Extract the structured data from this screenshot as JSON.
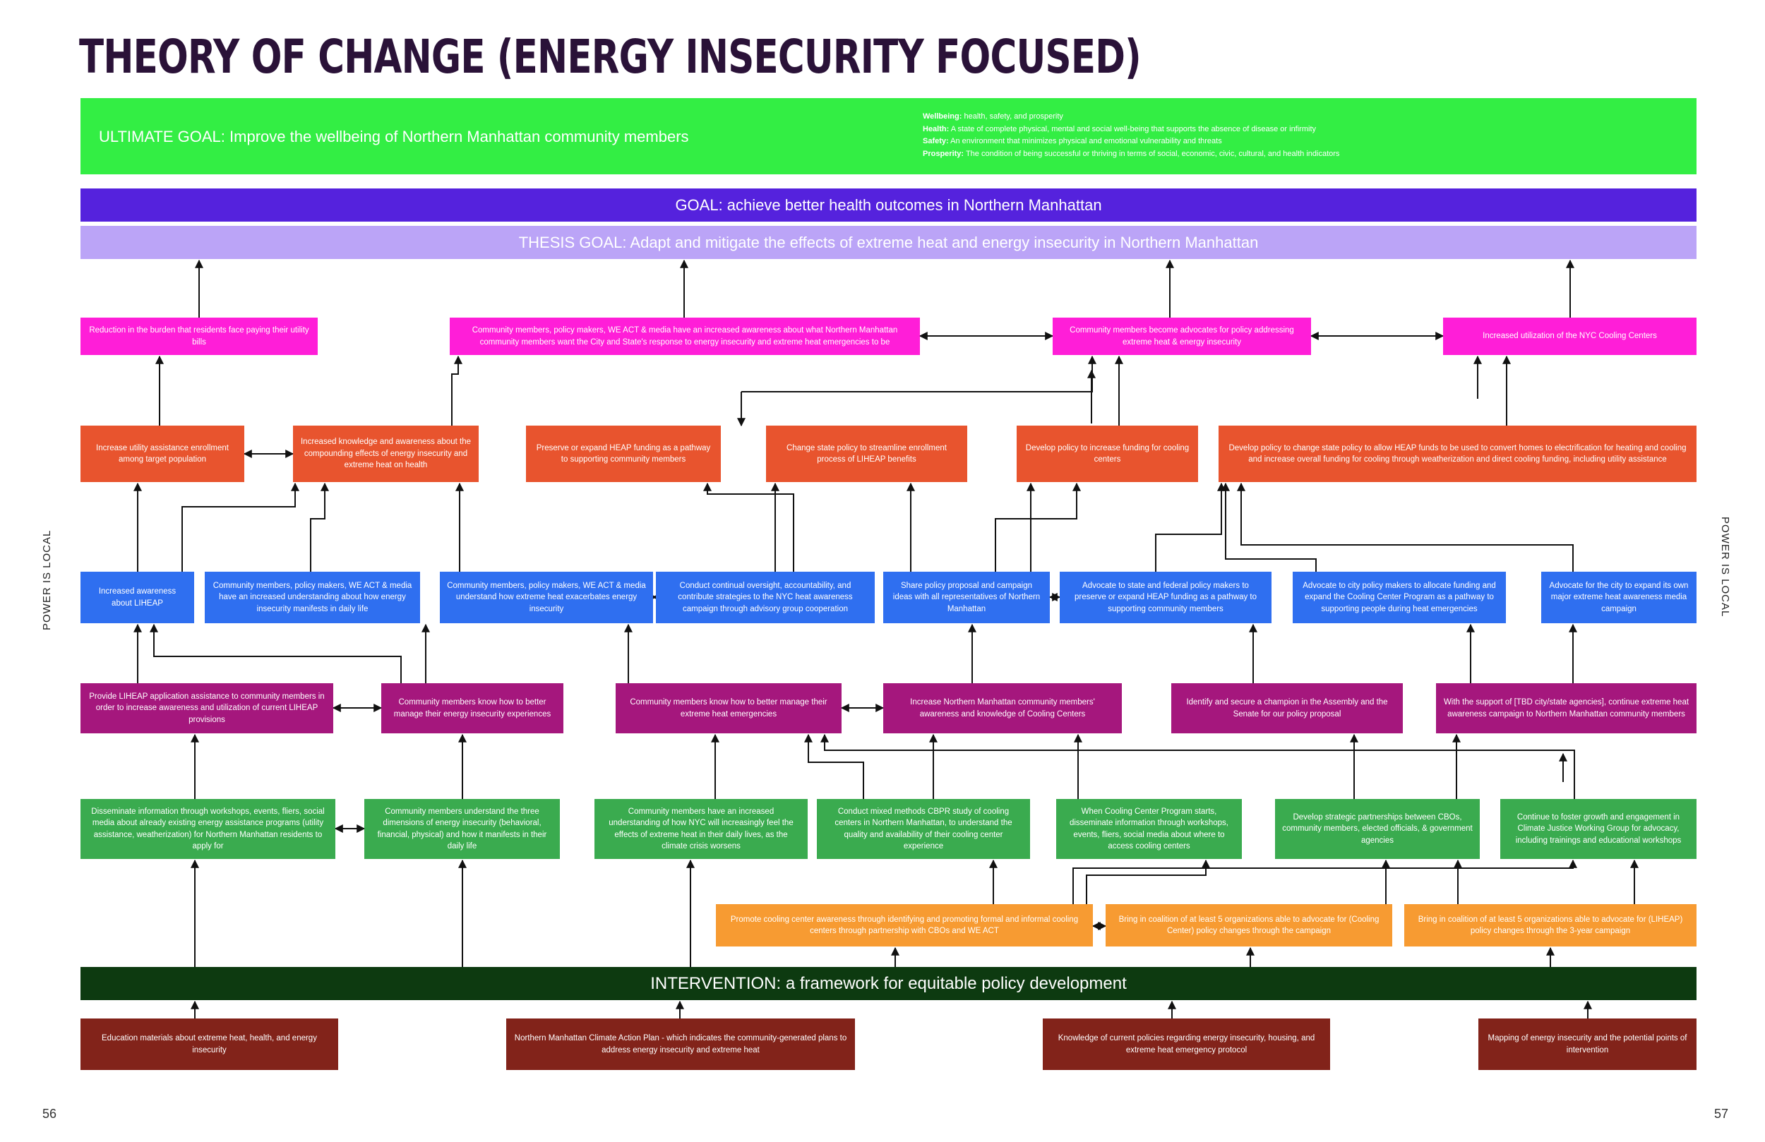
{
  "title": "THEORY OF CHANGE (ENERGY INSECURITY FOCUSED)",
  "ultimate_goal": {
    "label": "ULTIMATE GOAL:",
    "text": "Improve the wellbeing of Northern Manhattan community members",
    "definitions": [
      {
        "term": "Wellbeing:",
        "text": "health, safety, and prosperity"
      },
      {
        "term": "Health:",
        "text": "A state of complete physical, mental and social well-being that supports the absence of disease or infirmity"
      },
      {
        "term": "Safety:",
        "text": "An environment that minimizes physical and emotional vulnerability and threats"
      },
      {
        "term": "Prosperity:",
        "text": "The condition of being successful or thriving in terms of social, economic, civic, cultural, and health indicators"
      }
    ]
  },
  "goal": "GOAL: achieve better health outcomes in Northern Manhattan",
  "thesis_goal": "THESIS GOAL: Adapt and mitigate the effects of extreme heat and energy insecurity in Northern Manhattan",
  "intervention": "INTERVENTION: a framework for equitable policy development",
  "side_label": "POWER IS LOCAL",
  "page_left": "56",
  "page_right": "57",
  "outcomes": [
    "Reduction in the burden that residents face paying their utility bills",
    "Community members, policy makers, WE ACT & media have an increased awareness about what Northern Manhattan community members want the City and State's response to energy insecurity and extreme heat emergencies to be",
    "Community members become advocates for policy addressing extreme heat & energy insecurity",
    "Increased utilization of the NYC Cooling Centers"
  ],
  "policy_outcomes": [
    "Increase utility assistance enrollment among target population",
    "Increased knowledge and awareness about the compounding effects of energy insecurity and extreme heat on health",
    "Preserve or expand HEAP funding as a pathway to supporting community members",
    "Change state policy to streamline enrollment process of LIHEAP benefits",
    "Develop policy to increase funding for cooling centers",
    "Develop policy to change state policy to allow HEAP funds to be used to convert homes to electrification for heating and cooling and increase overall funding for cooling through weatherization and direct cooling funding, including utility assistance"
  ],
  "mid_outcomes": [
    "Increased awareness about LIHEAP",
    "Community members, policy makers, WE ACT & media have an increased understanding about how energy insecurity manifests in daily life",
    "Community members, policy makers, WE ACT & media understand how extreme heat exacerbates energy insecurity",
    "Conduct continual oversight, accountability, and contribute strategies to the NYC heat awareness campaign through advisory group cooperation",
    "Share policy proposal and campaign ideas with all representatives of Northern Manhattan",
    "Advocate to state and federal policy makers to preserve or expand HEAP funding as a pathway to supporting community members",
    "Advocate to city policy makers to allocate funding and expand the Cooling Center Program as a pathway to supporting people during heat emergencies",
    "Advocate for the city to expand its own major extreme heat awareness media campaign"
  ],
  "activities": [
    "Provide LIHEAP application assistance to community members in order to increase awareness and utilization of current LIHEAP provisions",
    "Community members know how to better manage their energy insecurity experiences",
    "Community members know how to better manage their extreme heat emergencies",
    "Increase Northern Manhattan community members' awareness and knowledge of Cooling Centers",
    "Identify and secure a champion in the Assembly and the Senate for our policy proposal",
    "With the support of [TBD city/state agencies], continue extreme heat awareness campaign to Northern Manhattan community members"
  ],
  "early_outcomes": [
    "Disseminate information through workshops, events, fliers, social media about already existing energy assistance programs (utility assistance, weatherization) for Northern Manhattan residents to apply for",
    "Community members understand the three dimensions of energy insecurity (behavioral, financial, physical) and how it manifests in their daily life",
    "Community members have an increased understanding of how NYC will increasingly feel the effects of extreme heat in their daily lives, as the climate crisis worsens",
    "Conduct mixed methods CBPR study of cooling centers in Northern Manhattan, to understand the quality and availability of their cooling center experience",
    "When Cooling Center Program starts, disseminate information through workshops, events, fliers, social media about where to access cooling centers",
    "Develop strategic partnerships between CBOs, community members, elected officials, & government agencies",
    "Continue to foster growth and engagement in Climate Justice Working Group for advocacy, including trainings and educational workshops"
  ],
  "coalitions": [
    "Promote cooling center awareness through identifying and promoting formal and informal cooling centers through partnership with CBOs and WE ACT",
    "Bring in coalition of at least 5 organizations able to advocate for (Cooling Center) policy changes through the campaign",
    "Bring in coalition of at least 5 organizations able to advocate for (LIHEAP) policy changes through the 3-year campaign"
  ],
  "inputs": [
    "Education materials about extreme heat, health, and energy insecurity",
    "Northern Manhattan Climate Action Plan - which indicates the community-generated plans to address energy insecurity and extreme heat",
    "Knowledge of current policies regarding energy insecurity, housing, and extreme heat emergency protocol",
    "Mapping of energy insecurity and the potential points of intervention"
  ],
  "colors": {
    "ultimate": "#33ee44",
    "goal": "#5522dd",
    "thesis": "#bba4f7",
    "outcome": "#ff1ed8",
    "policy": "#e8542e",
    "mid": "#2f6ff0",
    "activity": "#a5177d",
    "early": "#3aab4f",
    "coalition": "#f79b32",
    "intervention": "#0d3a10",
    "input": "#82231a"
  }
}
